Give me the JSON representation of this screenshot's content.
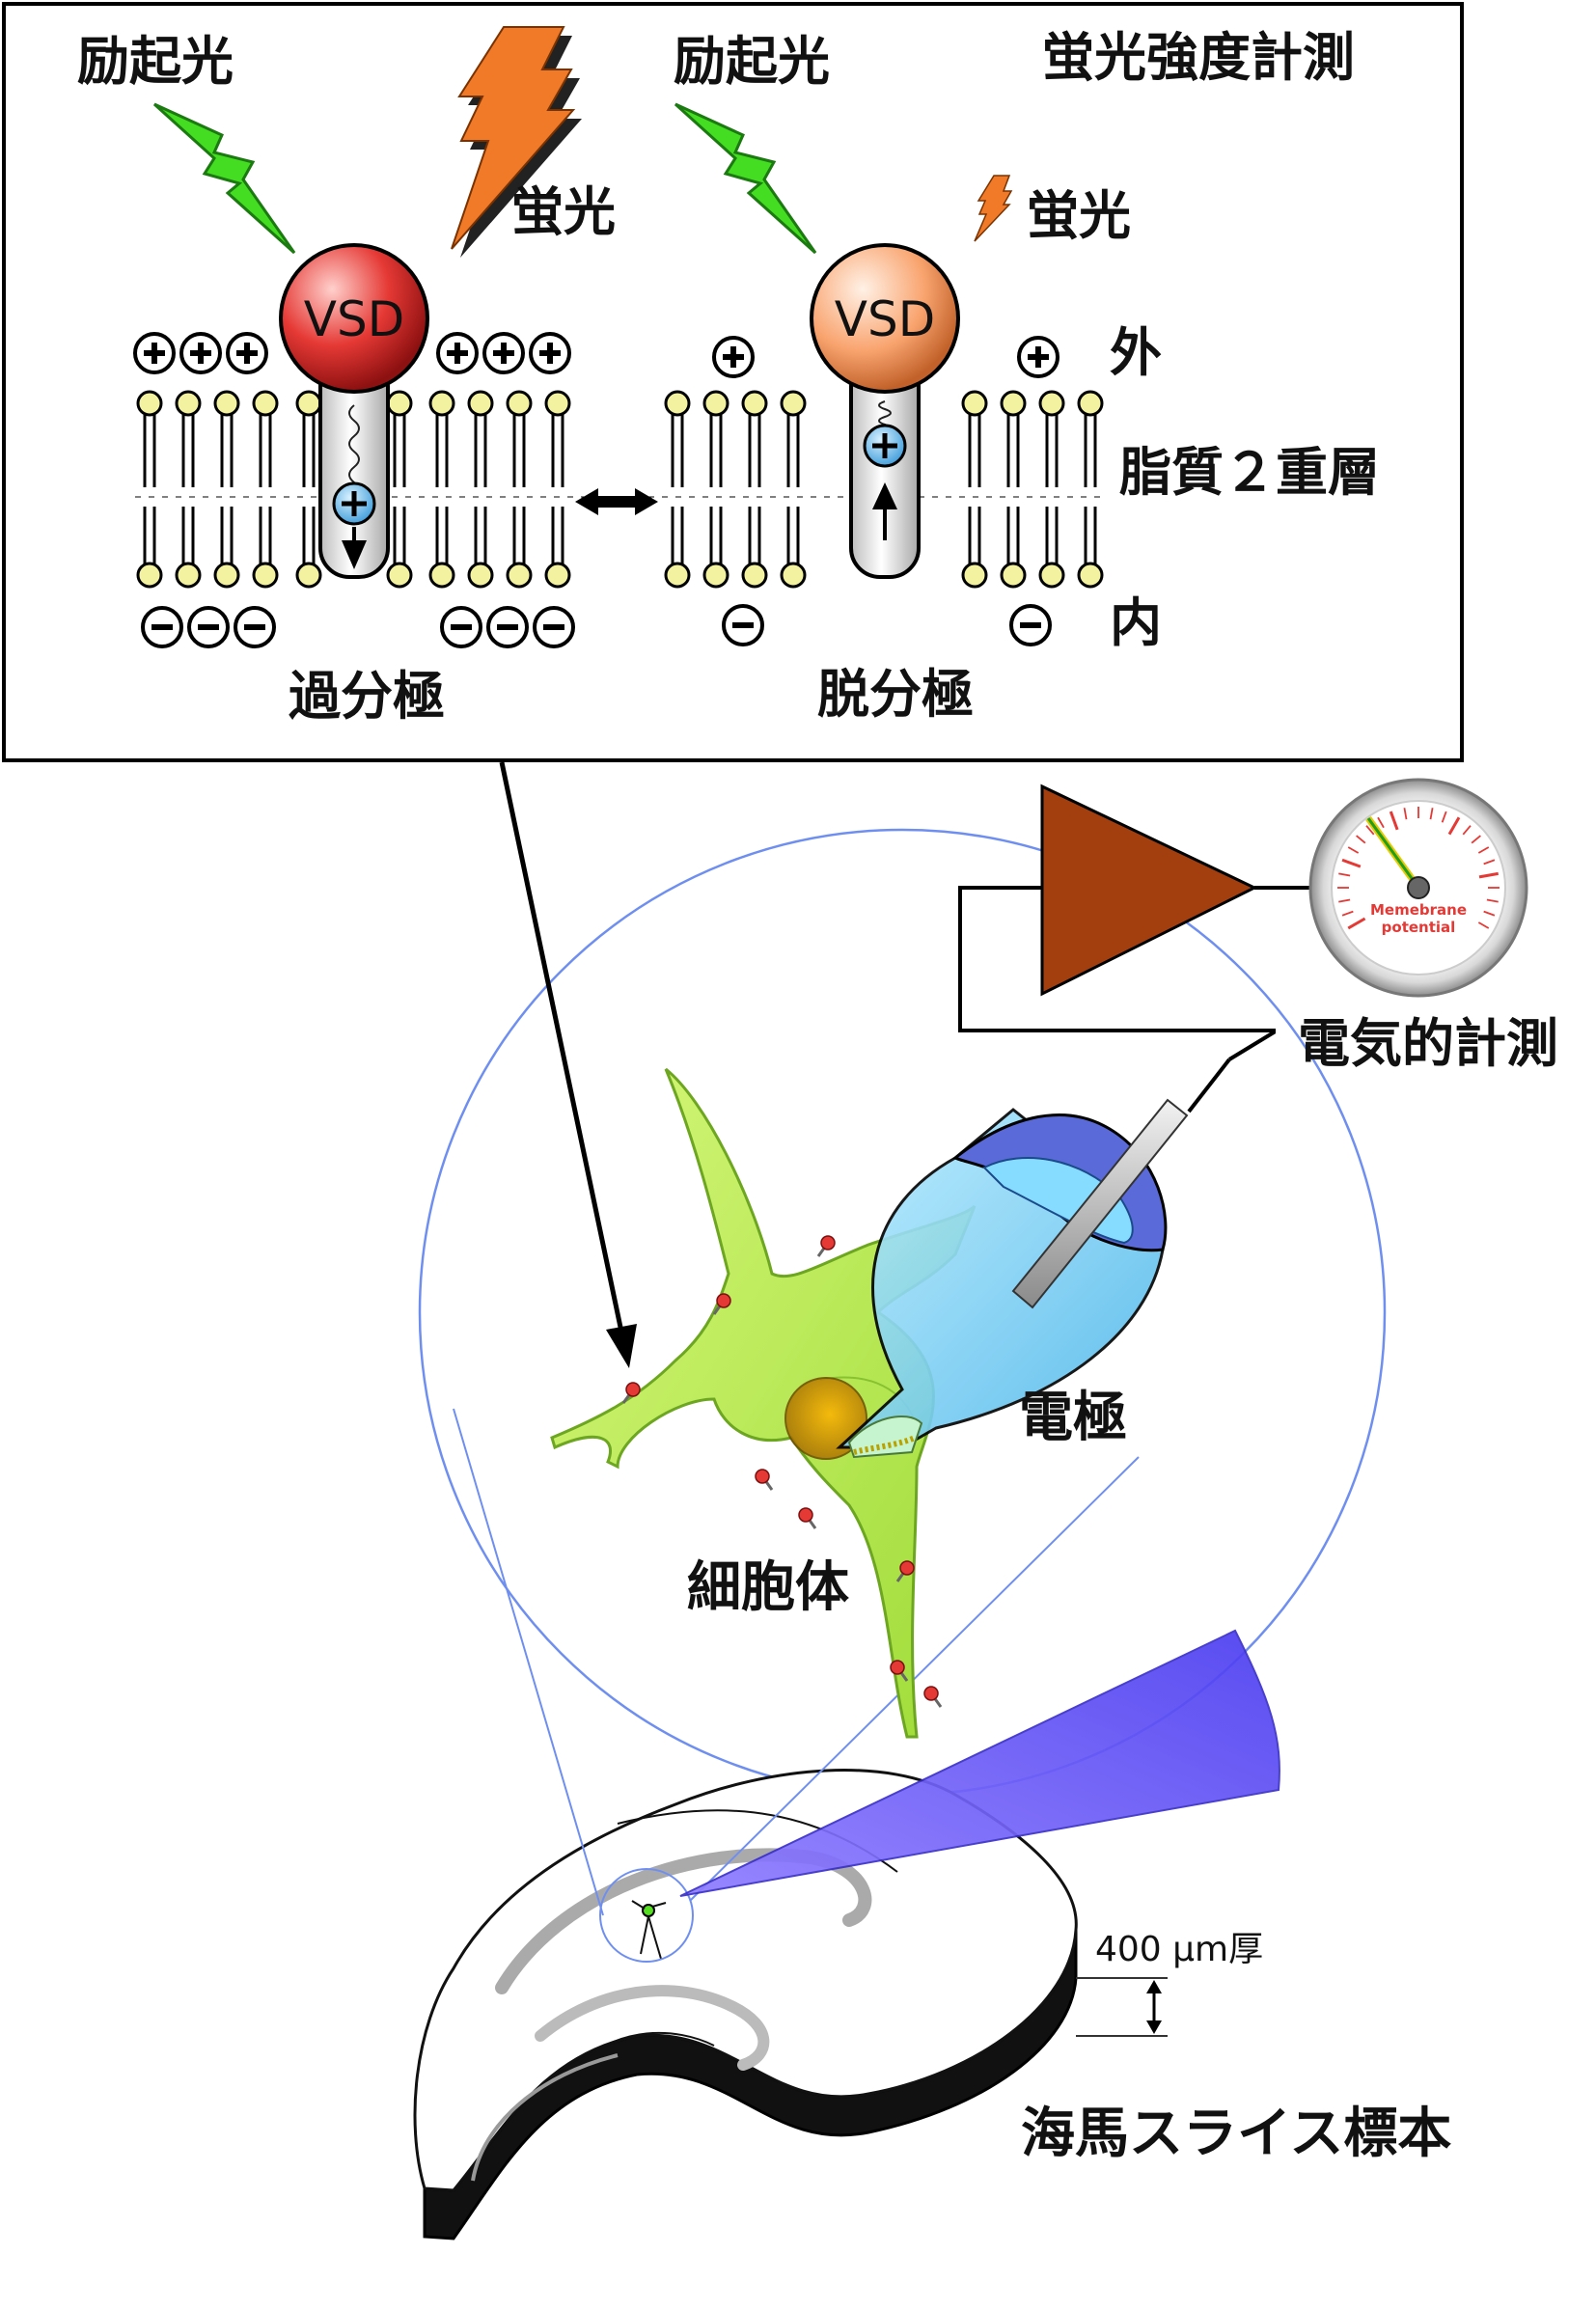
{
  "panel": {
    "title": "蛍光強度計測",
    "excitation_left": "励起光",
    "excitation_right": "励起光",
    "fluorescence_left": "蛍光",
    "fluorescence_right": "蛍光",
    "vsd_left": "VSD",
    "vsd_right": "VSD",
    "outside_label": "外",
    "bilayer_label": "脂質２重層",
    "inside_label": "内",
    "hyperpolarization": "過分極",
    "depolarization": "脱分極"
  },
  "electrical": {
    "meter_text_1": "Memebrane",
    "meter_text_2": "potential",
    "label": "電気的計測"
  },
  "neuron": {
    "electrode_label": "電極",
    "soma_label": "細胞体"
  },
  "slice": {
    "thickness_label": "400 μm厚",
    "label": "海馬スライス標本"
  },
  "colors": {
    "excitation_green": "#44dd22",
    "fluorescence_orange": "#f07a28",
    "vsd_hyper": "#e53935",
    "vsd_depol": "#f9a46f",
    "amplifier": "#a33f0f",
    "neuron_green": "#b8ee55",
    "electrode_blue": "#68c8f0",
    "beam_violet": "#6a5cff",
    "zoom_circle": "#6f8ff0"
  }
}
